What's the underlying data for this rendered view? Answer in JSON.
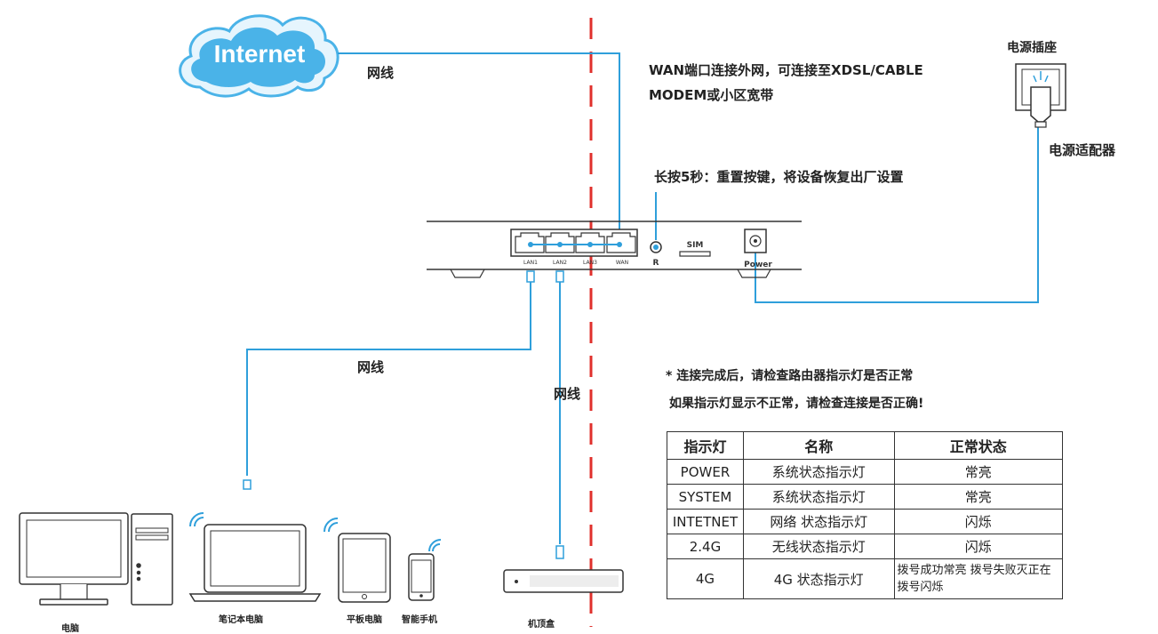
{
  "cloud_label": "Internet",
  "labels": {
    "wan_cable": "网线",
    "wan_desc_line1": "WAN端口连接外网，可连接至XDSL/CABLE",
    "wan_desc_line2": "MODEM或小区宽带",
    "power_socket": "电源插座",
    "power_adapter": "电源适配器",
    "reset_desc": "长按5秒：重置按键，将设备恢复出厂设置",
    "lan1_cable": "网线",
    "lan2_cable": "网线",
    "note_line1": "* 连接完成后，请检查路由器指示灯是否正常",
    "note_line2": "如果指示灯显示不正常，请检查连接是否正确!"
  },
  "router": {
    "ports": [
      "LAN1",
      "LAN2",
      "LAN3",
      "WAN"
    ],
    "reset_label": "R",
    "sim_label": "SIM",
    "power_label": "Power"
  },
  "devices": {
    "pc": "电脑",
    "laptop": "笔记本电脑",
    "tablet": "平板电脑",
    "phone": "智能手机",
    "stb": "机顶盒"
  },
  "table": {
    "headers": [
      "指示灯",
      "名称",
      "正常状态"
    ],
    "rows": [
      [
        "POWER",
        "系统状态指示灯",
        "常亮"
      ],
      [
        "SYSTEM",
        "系统状态指示灯",
        "常亮"
      ],
      [
        "INTETNET",
        "网络 状态指示灯",
        "闪烁"
      ],
      [
        "2.4G",
        "无线状态指示灯",
        "闪烁"
      ],
      [
        "4G",
        "4G 状态指示灯",
        "拨号成功常亮 拨号失败灭正在拨号闪烁"
      ]
    ]
  },
  "colors": {
    "cable": "#2f9fdb",
    "dashed_line": "#e0302c",
    "cloud": "#4ab3e8",
    "outline": "#333333"
  }
}
